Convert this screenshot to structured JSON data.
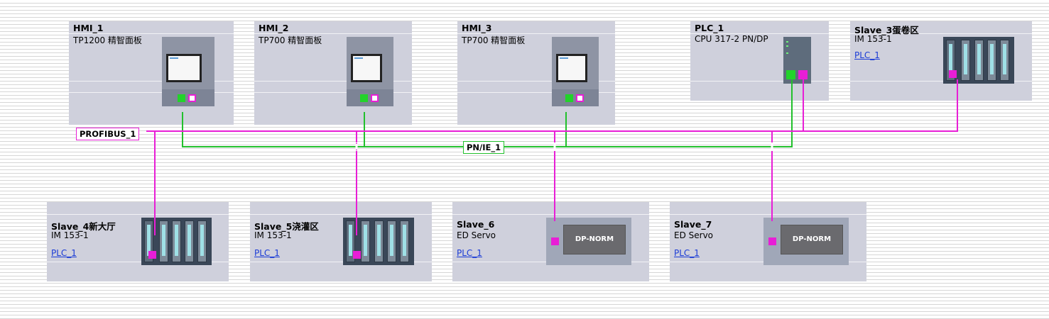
{
  "networks": {
    "profibus": {
      "label": "PROFIBUS_1",
      "color": "#e81ed6"
    },
    "pnie": {
      "label": "PN/IE_1",
      "color": "#22c02c"
    }
  },
  "devices": {
    "hmi1": {
      "name": "HMI_1",
      "type": "TP1200 精智面板"
    },
    "hmi2": {
      "name": "HMI_2",
      "type": "TP700 精智面板"
    },
    "hmi3": {
      "name": "HMI_3",
      "type": "TP700 精智面板"
    },
    "plc1": {
      "name": "PLC_1",
      "type": "CPU 317-2 PN/DP"
    },
    "slave3": {
      "name": "Slave_3蛋卷区",
      "type": "IM 153-1",
      "link": "PLC_1"
    },
    "slave4": {
      "name": "Slave_4新大厅",
      "type": "IM 153-1",
      "link": "PLC_1"
    },
    "slave5": {
      "name": "Slave_5浇灌区",
      "type": "IM 153-1",
      "link": "PLC_1"
    },
    "slave6": {
      "name": "Slave_6",
      "type": "ED Servo",
      "link": "PLC_1",
      "module_label": "DP-NORM"
    },
    "slave7": {
      "name": "Slave_7",
      "type": "ED Servo",
      "link": "PLC_1",
      "module_label": "DP-NORM"
    }
  }
}
